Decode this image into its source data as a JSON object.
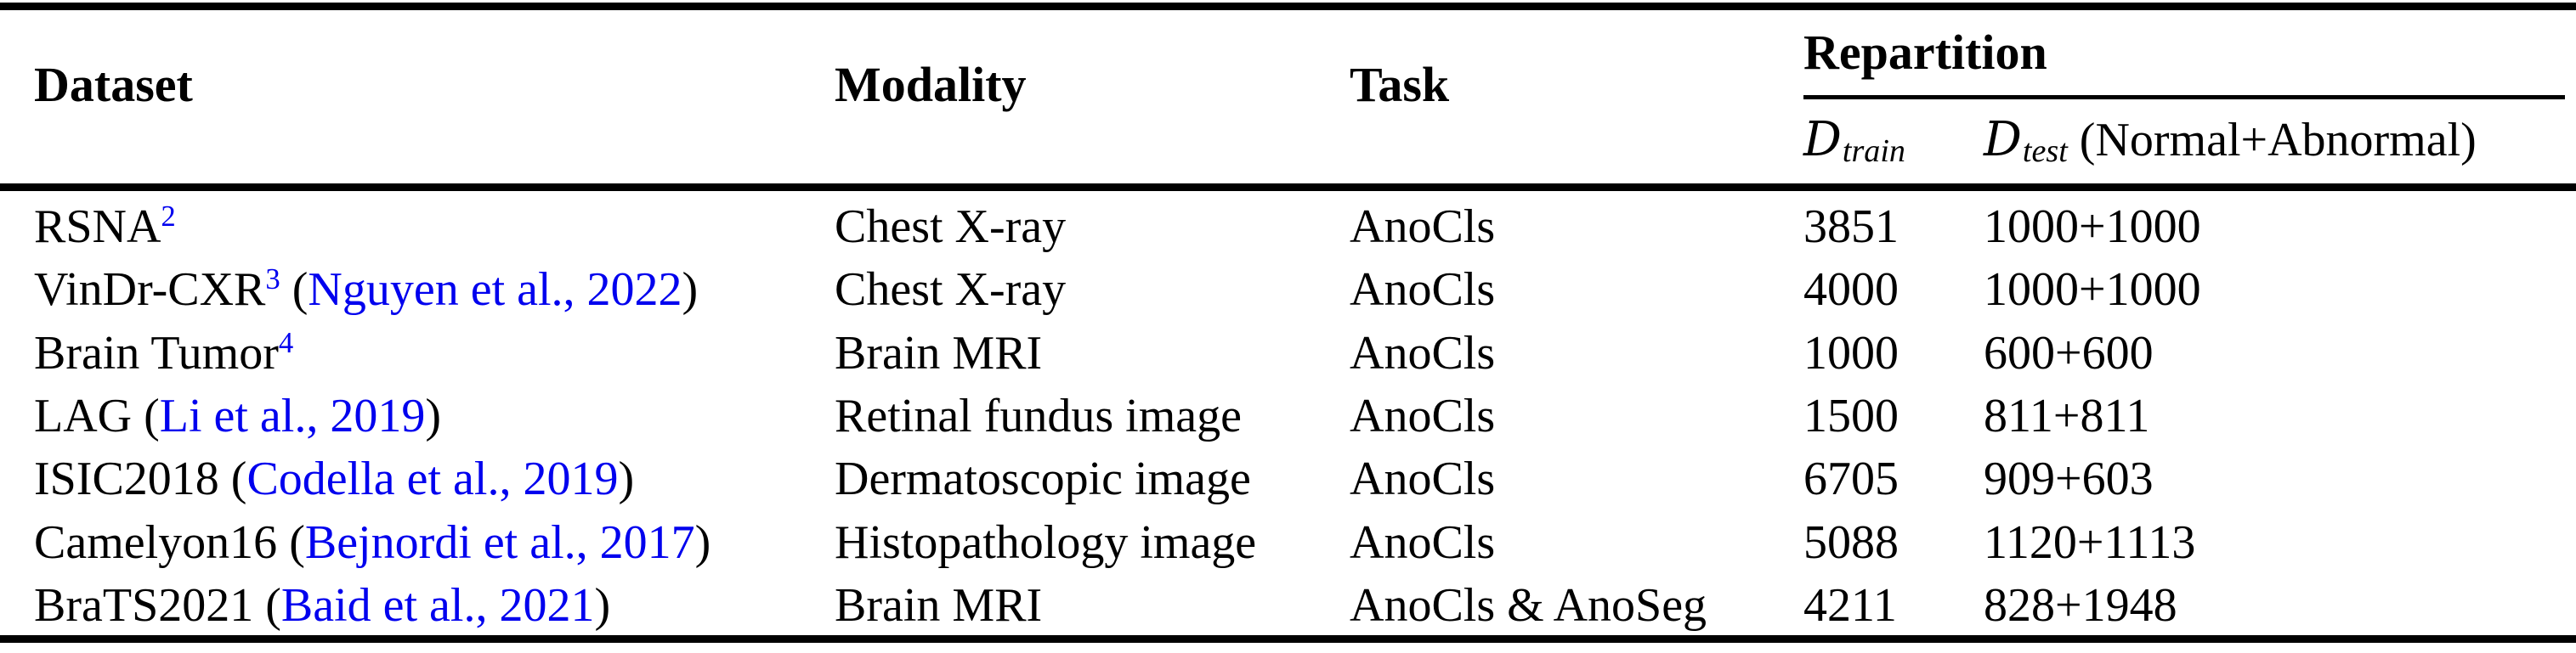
{
  "page": {
    "background": "#ffffff",
    "text_color": "#000000",
    "link_color": "#0000EE",
    "rule_color": "#000000"
  },
  "table": {
    "columns": [
      "Dataset",
      "Modality",
      "Task"
    ],
    "repartition_header": "Repartition",
    "subcolumns": {
      "train_symbol": "D",
      "train_sub": "train",
      "test_symbol": "D",
      "test_sub": "test",
      "test_suffix": " (Normal+Abnormal)"
    },
    "rows": [
      {
        "dataset": "RSNA",
        "footnote": "2",
        "citation": "",
        "modality": "Chest X-ray",
        "task": "AnoCls",
        "d_train": "3851",
        "d_test": "1000+1000"
      },
      {
        "dataset": "VinDr-CXR",
        "footnote": "3",
        "citation": "Nguyen et al., 2022",
        "modality": "Chest X-ray",
        "task": "AnoCls",
        "d_train": "4000",
        "d_test": "1000+1000"
      },
      {
        "dataset": "Brain Tumor",
        "footnote": "4",
        "citation": "",
        "modality": "Brain MRI",
        "task": "AnoCls",
        "d_train": "1000",
        "d_test": "600+600"
      },
      {
        "dataset": "LAG",
        "footnote": "",
        "citation": "Li et al., 2019",
        "modality": "Retinal fundus image",
        "task": "AnoCls",
        "d_train": "1500",
        "d_test": "811+811"
      },
      {
        "dataset": "ISIC2018",
        "footnote": "",
        "citation": "Codella et al., 2019",
        "modality": "Dermatoscopic image",
        "task": "AnoCls",
        "d_train": "6705",
        "d_test": "909+603"
      },
      {
        "dataset": "Camelyon16",
        "footnote": "",
        "citation": "Bejnordi et al., 2017",
        "modality": "Histopathology image",
        "task": "AnoCls",
        "d_train": "5088",
        "d_test": "1120+1113"
      },
      {
        "dataset": "BraTS2021",
        "footnote": "",
        "citation": "Baid et al., 2021",
        "modality": "Brain MRI",
        "task": "AnoCls & AnoSeg",
        "d_train": "4211",
        "d_test": "828+1948"
      }
    ]
  }
}
